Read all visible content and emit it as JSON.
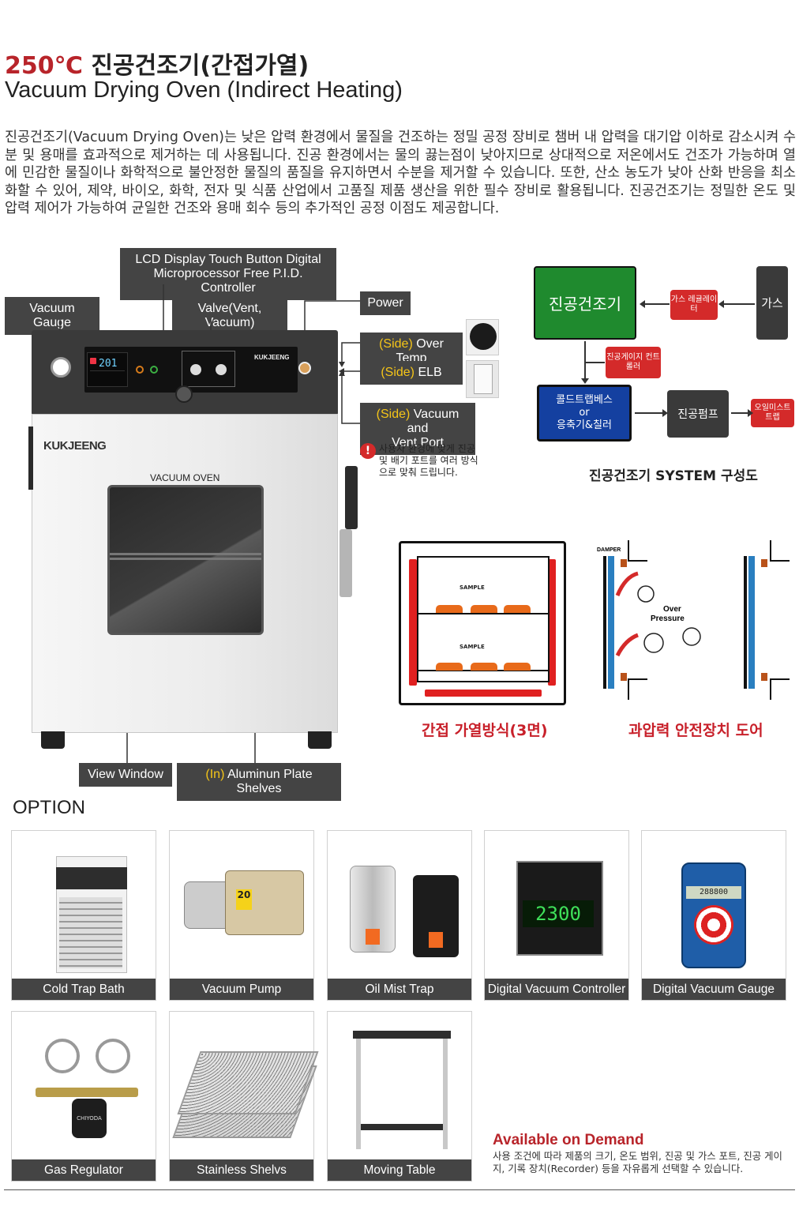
{
  "title": {
    "temp": "250℃",
    "ko": "진공건조기(간접가열)",
    "en": "Vacuum Drying Oven (Indirect Heating)"
  },
  "intro": "진공건조기(Vacuum Drying Oven)는 낮은 압력 환경에서 물질을 건조하는 정밀 공정 장비로 챔버 내 압력을 대기압 이하로 감소시켜 수분 및 용매를 효과적으로 제거하는 데 사용됩니다. 진공 환경에서는 물의 끓는점이 낮아지므로 상대적으로 저온에서도 건조가 가능하며 열에 민감한 물질이나 화학적으로 불안정한 물질의 품질을 유지하면서 수분을 제거할 수 있습니다. 또한, 산소 농도가 낮아 산화 반응을 최소화할 수 있어, 제약, 바이오, 화학, 전자 및 식품 산업에서 고품질 제품 생산을 위한 필수 장비로 활용됩니다. 진공건조기는 정밀한 온도 및 압력 제어가 가능하여 균일한 건조와 용매 회수 등의 추가적인 공정 이점도 제공합니다.",
  "callouts": {
    "lcd_line1": "LCD Display Touch Button Digital",
    "lcd_line2": "Microprocessor Free P.I.D. Controller",
    "vacuum_gauge": "Vacuum Gauge",
    "valve": "Valve(Vent, Vacuum)",
    "power": "Power",
    "side": "(Side)",
    "over_temp": " Over Temp",
    "elb": " ELB",
    "vacuum_vent_line1": " Vacuum and",
    "vacuum_vent_line2": "Vent Port",
    "notice": "사용자 환경에 맞게 진공 및 배기 포트를 여러 방식으로 맞춰 드립니다.",
    "view_window": "View Window",
    "in": "(In)",
    "shelves": " Aluminun Plate Shelves"
  },
  "oven": {
    "brand": "KUKJEENG",
    "label": "VACUUM OVEN",
    "display_value": "201",
    "panel_brand": "KUKJEENG"
  },
  "system": {
    "main": "진공건조기",
    "gas_regulator": "가스 레귤레이터",
    "gas": "가스",
    "vacuum_gauge_controller": "진공게이지 컨트롤러",
    "cold_trap_line1": "콜드트랩베스",
    "cold_trap_line2": "or",
    "cold_trap_line3": "응축기&칠러",
    "vacuum_pump": "진공펌프",
    "oil_mist": "오일미스트 트랩",
    "caption": "진공건조기 SYSTEM 구성도",
    "colors": {
      "green": "#1f8a2e",
      "red": "#d42a2a",
      "blue": "#1440a0",
      "dark": "#3a3a3a"
    }
  },
  "heating": {
    "sample_top": "SAMPLE",
    "sample_bottom": "SAMPLE",
    "caption": "간접 가열방식(3면)"
  },
  "pressure": {
    "label_line1": "Over",
    "label_line2": "Pressure",
    "damper": "DAMPER",
    "caption": "과압력 안전장치 도어"
  },
  "option": {
    "heading": "OPTION",
    "items": [
      "Cold Trap Bath",
      "Vacuum Pump",
      "Oil Mist Trap",
      "Digital Vacuum Controller",
      "Digital Vacuum Gauge",
      "Gas Regulator",
      "Stainless Shelvs",
      "Moving Table"
    ],
    "controller_value": "2300",
    "gauge_value": "288800",
    "regulator_brand": "CHIYODA",
    "pump_value": "20",
    "available_title": "Available on Demand",
    "available_text": "사용 조건에 따라 제품의 크기, 온도 범위, 진공 및 가스 포트, 진공 게이지, 기록 장치(Recorder) 등을 자유롭게 선택할 수 있습니다."
  }
}
